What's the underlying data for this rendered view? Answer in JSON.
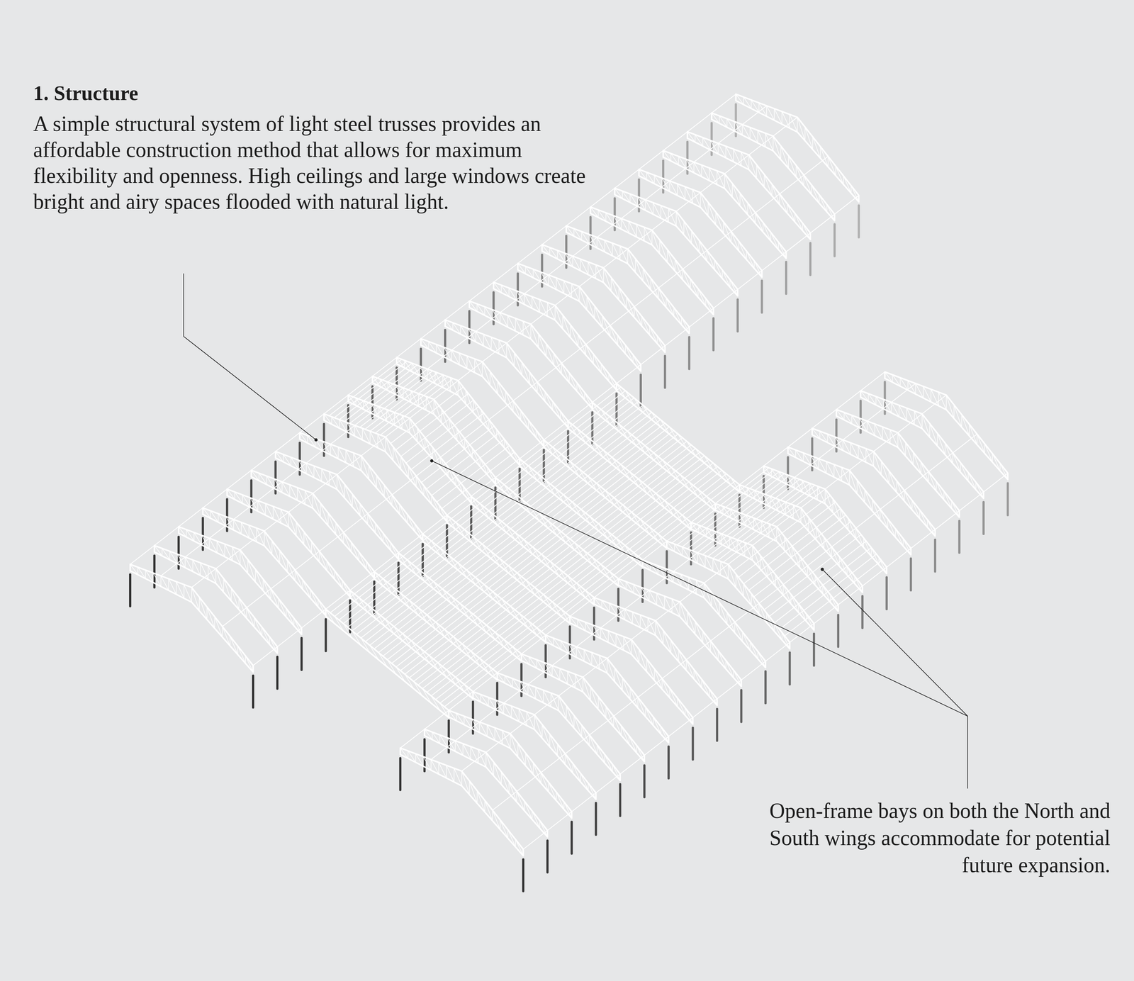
{
  "diagram": {
    "labels": [
      "1. Structure",
      "A simple structural system of light steel trusses provides an affordable construction method that allows for maximum flexibility and openness. High ceilings and large windows create bright and airy spaces flooded with natural light.",
      "Open-frame bays on both the North and South wings accommodate for potential future expansion."
    ]
  }
}
